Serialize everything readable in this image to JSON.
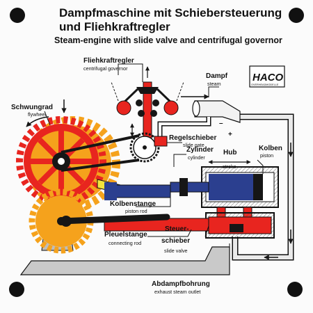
{
  "title": {
    "line1": "Dampfmaschine mit Schiebersteuerung",
    "line2": "und Fliehkraftregler",
    "english": "Steam-engine with slide valve and centrifugal governor"
  },
  "logo": {
    "text": "HACO",
    "subtext": "OVERHEADMODELLE"
  },
  "labels": {
    "governor": {
      "de": "Fliehkraftregler",
      "en": "centrifugal governor"
    },
    "steam": {
      "de": "Dampf",
      "en": "steam"
    },
    "flywheel": {
      "de": "Schwungrad",
      "en": "flywheel"
    },
    "slide_gate": {
      "de": "Regelschieber",
      "en": "slide gate"
    },
    "cylinder": {
      "de": "Zylinder",
      "en": "cylinder"
    },
    "stroke": {
      "de": "Hub",
      "en": "stroke"
    },
    "piston": {
      "de": "Kolben",
      "en": "piston"
    },
    "piston_rod": {
      "de": "Kolbenstange",
      "en": "piston rod"
    },
    "connecting_rod": {
      "de": "Pleuelstange",
      "en": "connecting rod"
    },
    "slide_valve": {
      "de1": "Steuer-",
      "de2": "schieber",
      "en": "slide valve"
    },
    "exhaust": {
      "de": "Abdampfbohrung",
      "en": "exhaust steam outlet"
    }
  },
  "symbols": {
    "minus": "–",
    "plus": "+"
  },
  "colors": {
    "red": "#e8251f",
    "orange": "#f5a21c",
    "blue": "#2b3f8f",
    "black": "#161616",
    "grey": "#9a9a9a",
    "yellow": "#f3e43c"
  }
}
